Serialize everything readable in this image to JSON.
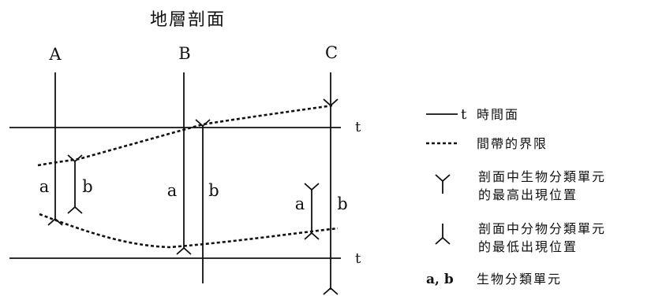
{
  "title": "地層剖面",
  "sections": [
    "A",
    "B",
    "C"
  ],
  "time_plane_label": "t",
  "range_labels": {
    "a": "a",
    "b": "b"
  },
  "legend": {
    "time_plane": {
      "symbol_text": "t",
      "text": "時間面"
    },
    "zone_boundary": {
      "text": "間帶的界限"
    },
    "highest_occurrence": {
      "line1": "剖面中生物分類單元",
      "line2": "的最高出現位置"
    },
    "lowest_occurrence": {
      "line1": "剖面中分物分類單元",
      "line2": "的最低出現位置"
    },
    "taxa": {
      "symbols": "a, b",
      "text": "生物分類單元"
    }
  }
}
